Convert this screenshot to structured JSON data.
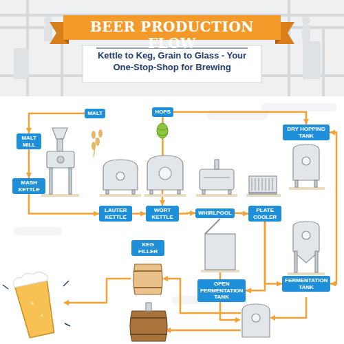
{
  "diagram": {
    "title": "BEER PRODUCTION FLOW",
    "caption": "Kettle to Keg, Grain to Glass - Your One-Stop-Shop for Brewing",
    "nodes": [
      {
        "text": [
          "MALT"
        ]
      },
      {
        "text": [
          "HOPS"
        ]
      },
      {
        "text": [
          "DRY HOPPING TANK"
        ]
      },
      {
        "text": [
          "MALT MILL"
        ]
      },
      {
        "text": [
          "MASH KETTLE"
        ]
      },
      {
        "text": [
          "LAUTER KETTLE"
        ]
      },
      {
        "text": [
          "WORT KETTLE"
        ]
      },
      {
        "text": [
          "WHIRLPOOL"
        ]
      },
      {
        "text": [
          "PLATE COOLER"
        ]
      },
      {
        "text": [
          "KEG FILLER"
        ]
      },
      {
        "text": [
          "OPEN FERMENTATION TANK"
        ]
      },
      {
        "text": [
          "FERMENTATION TANK"
        ]
      }
    ],
    "edges": [
      {
        "from": 0,
        "to": 3,
        "arrow": "to"
      },
      {
        "from": 3,
        "to": 4,
        "arrow": "to"
      },
      {
        "from": 4,
        "to": 5,
        "arrow": "to"
      },
      {
        "from": 5,
        "to": 6,
        "arrow": "to"
      },
      {
        "from": 1,
        "to": 6,
        "arrow": "to"
      },
      {
        "from": 6,
        "to": 7,
        "arrow": "to"
      },
      {
        "from": 7,
        "to": 8,
        "arrow": "to"
      },
      {
        "from": 1,
        "to": 2,
        "arrow": "to"
      },
      {
        "from": 8,
        "to": 10,
        "arrow": "to"
      },
      {
        "from": 8,
        "to": 11,
        "arrow": "to"
      },
      {
        "from": 2,
        "to": 11,
        "arrow": "both"
      }
    ]
  }
}
